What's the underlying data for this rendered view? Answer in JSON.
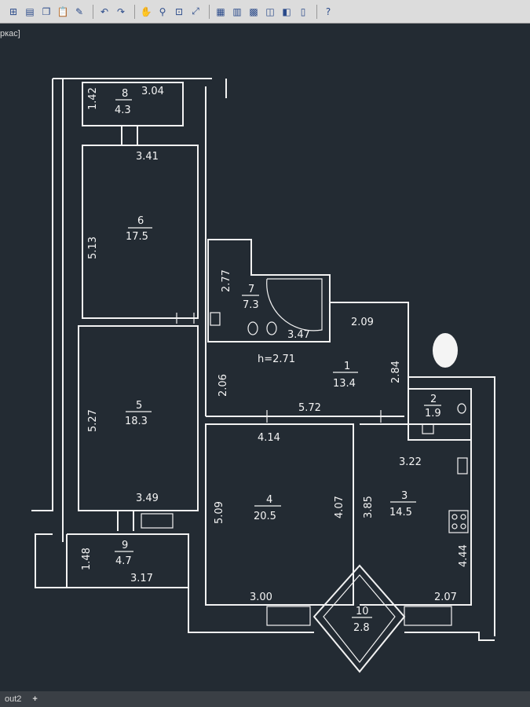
{
  "toolbar": {
    "buttons": [
      {
        "id": "snap",
        "glyph": "⊞"
      },
      {
        "id": "layer",
        "glyph": "▤"
      },
      {
        "id": "copy",
        "glyph": "❐"
      },
      {
        "id": "paste",
        "glyph": "📋"
      },
      {
        "id": "match",
        "glyph": "✎"
      },
      {
        "id": "undo",
        "glyph": "↶"
      },
      {
        "id": "redo",
        "glyph": "↷"
      },
      {
        "id": "pan",
        "glyph": "✋"
      },
      {
        "id": "zoom-realtime",
        "glyph": "⚲"
      },
      {
        "id": "zoom-window",
        "glyph": "⊡"
      },
      {
        "id": "zoom-previous",
        "glyph": "⤢"
      },
      {
        "id": "properties",
        "glyph": "▦"
      },
      {
        "id": "design-center",
        "glyph": "▥"
      },
      {
        "id": "tool-palettes",
        "glyph": "▩"
      },
      {
        "id": "sheet-set",
        "glyph": "◫"
      },
      {
        "id": "markup",
        "glyph": "◧"
      },
      {
        "id": "calculator",
        "glyph": "▯"
      },
      {
        "id": "help",
        "glyph": "?"
      }
    ]
  },
  "viewport": {
    "label": "ркас]"
  },
  "bottom_tabs": {
    "layout": "out2",
    "plus": "+"
  },
  "rooms": [
    {
      "num": "8",
      "area": "4.3"
    },
    {
      "num": "6",
      "area": "17.5"
    },
    {
      "num": "7",
      "area": "7.3"
    },
    {
      "num": "5",
      "area": "18.3"
    },
    {
      "num": "1",
      "area": "13.4"
    },
    {
      "num": "2",
      "area": "1.9"
    },
    {
      "num": "4",
      "area": "20.5"
    },
    {
      "num": "3",
      "area": "14.5"
    },
    {
      "num": "9",
      "area": "4.7"
    },
    {
      "num": "10",
      "area": "2.8"
    }
  ],
  "dims": {
    "d_1_42": "1.42",
    "d_3_04": "3.04",
    "d_3_41": "3.41",
    "d_5_13": "5.13",
    "d_2_77": "2.77",
    "d_3_47": "3.47",
    "d_2_09": "2.09",
    "h": "h=2.71",
    "d_2_06": "2.06",
    "d_2_84": "2.84",
    "d_5_72": "5.72",
    "d_5_27": "5.27",
    "d_4_14": "4.14",
    "d_3_22": "3.22",
    "d_3_49": "3.49",
    "d_5_09": "5.09",
    "d_4_07": "4.07",
    "d_3_85": "3.85",
    "d_4_44": "4.44",
    "d_1_48": "1.48",
    "d_3_17": "3.17",
    "d_3_00": "3.00",
    "d_2_07": "2.07"
  }
}
